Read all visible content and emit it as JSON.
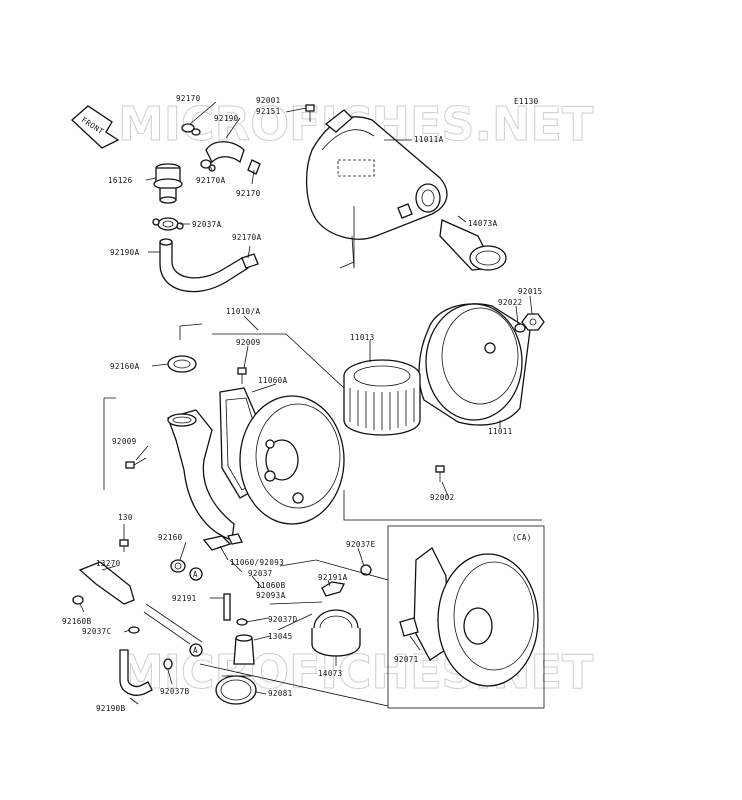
{
  "diagram": {
    "figure_code": "E1130",
    "front_label": "FRONT",
    "ca_label": "(CA)",
    "watermarks": [
      "MICROFICHES.NET",
      "MICROFICHES.NET"
    ]
  },
  "part_labels": [
    {
      "id": "92170_top",
      "text": "92170"
    },
    {
      "id": "92001",
      "text": "92001"
    },
    {
      "id": "92151",
      "text": "92151"
    },
    {
      "id": "11011A",
      "text": "11011A"
    },
    {
      "id": "92190",
      "text": "92190"
    },
    {
      "id": "16126",
      "text": "16126"
    },
    {
      "id": "92170A_top",
      "text": "92170A"
    },
    {
      "id": "92170_mid",
      "text": "92170"
    },
    {
      "id": "92037A",
      "text": "92037A"
    },
    {
      "id": "14073A",
      "text": "14073A"
    },
    {
      "id": "92170A_mid",
      "text": "92170A"
    },
    {
      "id": "92190A",
      "text": "92190A"
    },
    {
      "id": "92015",
      "text": "92015"
    },
    {
      "id": "92022",
      "text": "92022"
    },
    {
      "id": "11010_A",
      "text": "11010/A"
    },
    {
      "id": "11013",
      "text": "11013"
    },
    {
      "id": "92009_top",
      "text": "92009"
    },
    {
      "id": "92160A",
      "text": "92160A"
    },
    {
      "id": "11060A",
      "text": "11060A"
    },
    {
      "id": "11011",
      "text": "11011"
    },
    {
      "id": "92009_mid",
      "text": "92009"
    },
    {
      "id": "92002",
      "text": "92002"
    },
    {
      "id": "130",
      "text": "130"
    },
    {
      "id": "92037E",
      "text": "92037E"
    },
    {
      "id": "92160",
      "text": "92160"
    },
    {
      "id": "13270",
      "text": "13270"
    },
    {
      "id": "11060_92093",
      "text": "11060/92093"
    },
    {
      "id": "92191A",
      "text": "92191A"
    },
    {
      "id": "92037",
      "text": "92037"
    },
    {
      "id": "11060B",
      "text": "11060B"
    },
    {
      "id": "92093A",
      "text": "92093A"
    },
    {
      "id": "92191",
      "text": "92191"
    },
    {
      "id": "92037D",
      "text": "92037D"
    },
    {
      "id": "92160B",
      "text": "92160B"
    },
    {
      "id": "92037C",
      "text": "92037C"
    },
    {
      "id": "13045",
      "text": "13045"
    },
    {
      "id": "92071",
      "text": "92071"
    },
    {
      "id": "14073",
      "text": "14073"
    },
    {
      "id": "92037B",
      "text": "92037B"
    },
    {
      "id": "92190B",
      "text": "92190B"
    },
    {
      "id": "92081",
      "text": "92081"
    }
  ],
  "ref_marks": [
    "A",
    "A"
  ]
}
